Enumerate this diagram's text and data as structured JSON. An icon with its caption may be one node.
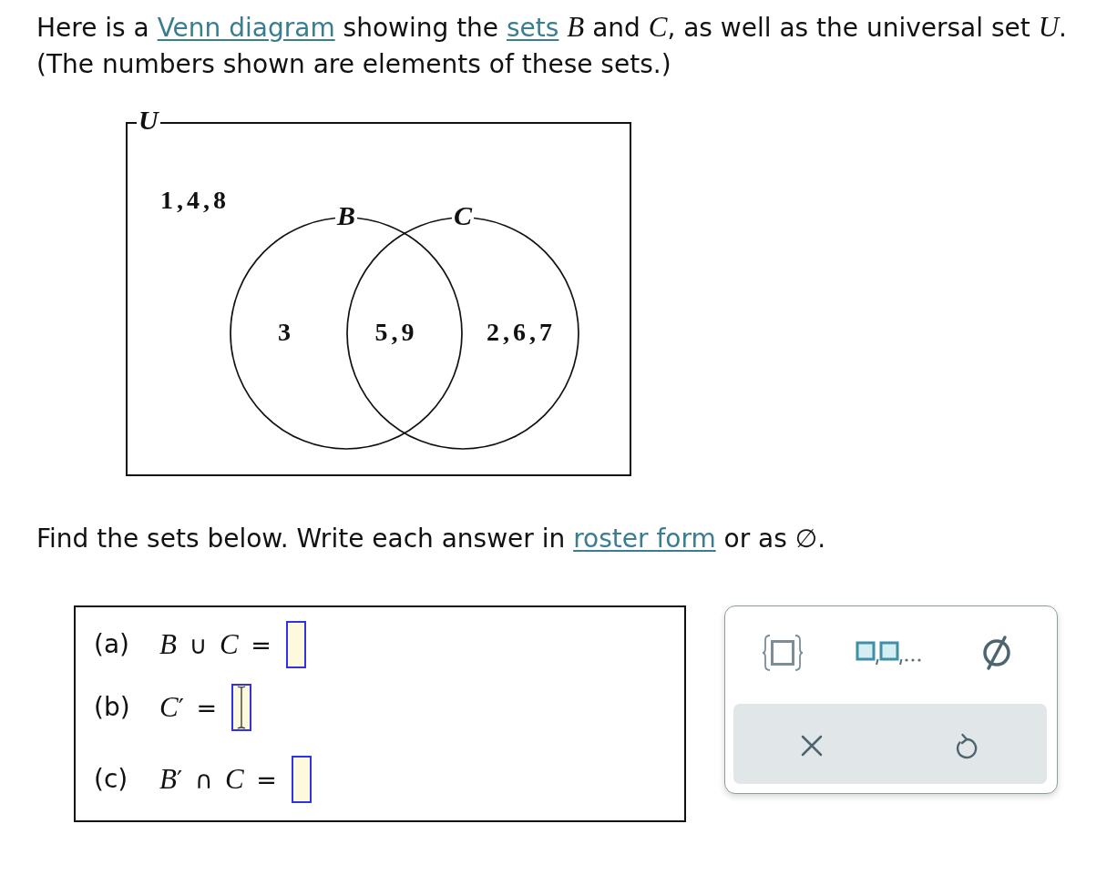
{
  "diagram": {
    "nodes": [
      {
        "text": [
          "U",
          "1,4,8"
        ]
      },
      {
        "text": [
          "B",
          "3"
        ],
        "in": 0
      },
      {
        "text": [
          "C",
          "2,6,7"
        ],
        "in": 0
      },
      {
        "text": [
          "(a)",
          "*B* ∪ *C* =",
          "(b)",
          "*C*′ =",
          "(c)",
          "*B*′ ∩ *C* ="
        ]
      }
    ],
    "labels": [
      "Here is a",
      "Venn diagram",
      "showing the",
      "sets",
      "*B* and *C*, as well as the universal set *U*.",
      "(The numbers shown are elements of these sets.)",
      "5,9",
      "Find the sets below. Write each answer in",
      "roster form",
      "or as ∅."
    ]
  }
}
